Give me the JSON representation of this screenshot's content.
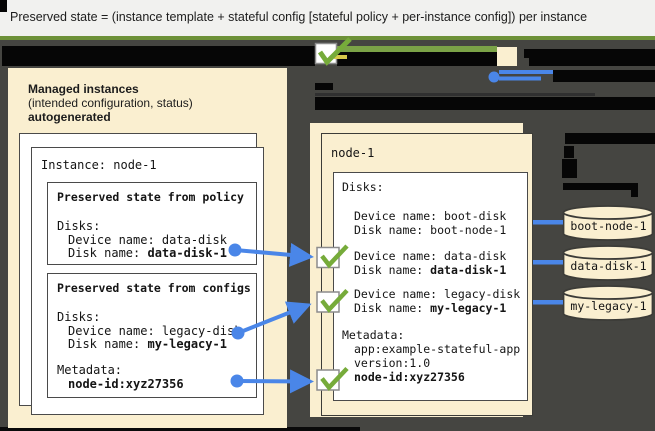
{
  "title": "Preserved state = (instance template + stateful config [stateful policy + per-instance config]) per instance",
  "colors": {
    "accent_blue": "#4A86E8",
    "accent_green": "#76AB3A",
    "olive_green": "#6D9138",
    "panel_beige": "#FAEFD0",
    "backdrop_dark": "#454541",
    "redaction_black": "#060606"
  },
  "left_panel": {
    "heading_line1": "Managed instances",
    "heading_line2": "(intended configuration, status)",
    "heading_line3": "autogenerated",
    "instance_title": "Instance: node-1",
    "policy_box": {
      "title": "Preserved state from policy",
      "disks_label": "Disks:",
      "device_line": "Device name: data-disk",
      "disk_label": "Disk name: ",
      "disk_value": "data-disk-1"
    },
    "configs_box": {
      "title": "Preserved state from configs",
      "disks_label": "Disks:",
      "device_line": "Device name: legacy-disk",
      "disk_label": "Disk name: ",
      "disk_value": "my-legacy-1",
      "metadata_label": "Metadata:",
      "metadata_value": "node-id:xyz27356"
    }
  },
  "right_panel": {
    "title": "node-1",
    "disks_label": "Disks:",
    "boot_device_line": "Device name: boot-disk",
    "boot_disk_line": "Disk name: boot-node-1",
    "data_device_line": "Device name: data-disk",
    "data_disk_label": "Disk name: ",
    "data_disk_value": "data-disk-1",
    "legacy_device_line": "Device name: legacy-disk",
    "legacy_disk_label": "Disk name: ",
    "legacy_disk_value": "my-legacy-1",
    "metadata_label": "Metadata:",
    "metadata_app": "app:example-stateful-app",
    "metadata_version": "version:1.0",
    "metadata_node_id": "node-id:xyz27356"
  },
  "disks": [
    {
      "label": "boot-node-1"
    },
    {
      "label": "data-disk-1"
    },
    {
      "label": "my-legacy-1"
    }
  ]
}
